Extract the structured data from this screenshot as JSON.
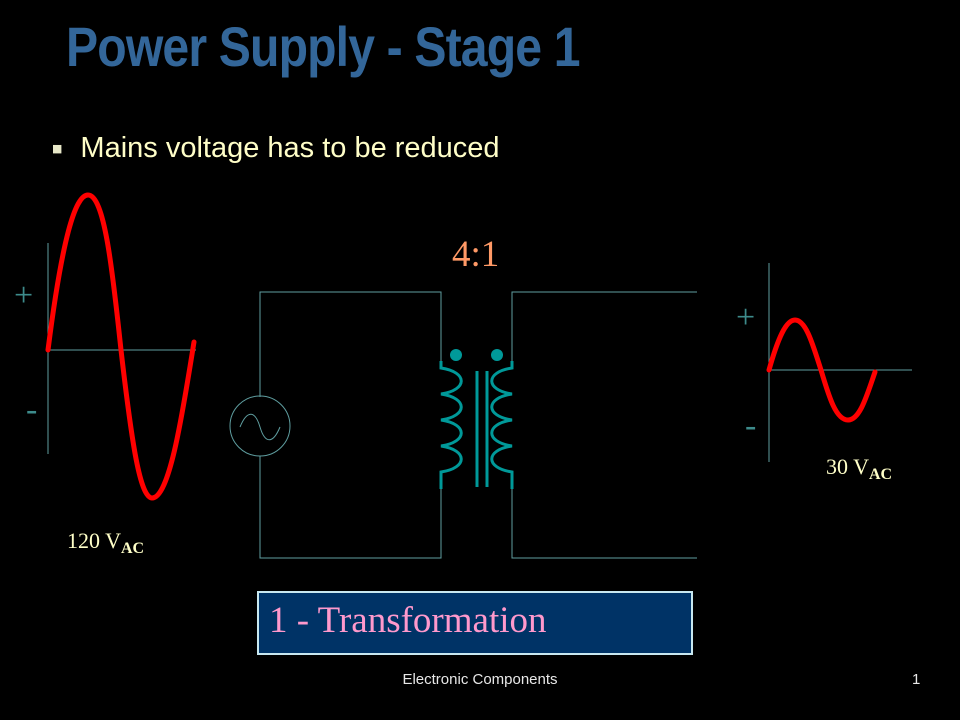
{
  "slide": {
    "title": "Power Supply - Stage 1",
    "bullet": "Mains voltage has to be reduced",
    "ratio": "4:1",
    "input_label": {
      "value": "120 V",
      "subscript": "AC"
    },
    "output_label": {
      "value": "30 V",
      "subscript": "AC"
    },
    "plus": "+",
    "minus": "-",
    "caption": "1 - Transformation",
    "footer": "Electronic Components",
    "page_number": "1"
  },
  "colors": {
    "background": "#000000",
    "title": "#336699",
    "bullet_text": "#fffec8",
    "wire": "#5f9ea0",
    "coil": "#009999",
    "waveform": "#ff0000",
    "ratio": "#ff9966",
    "caption_bg": "#003366",
    "caption_text": "#ff99cc"
  }
}
